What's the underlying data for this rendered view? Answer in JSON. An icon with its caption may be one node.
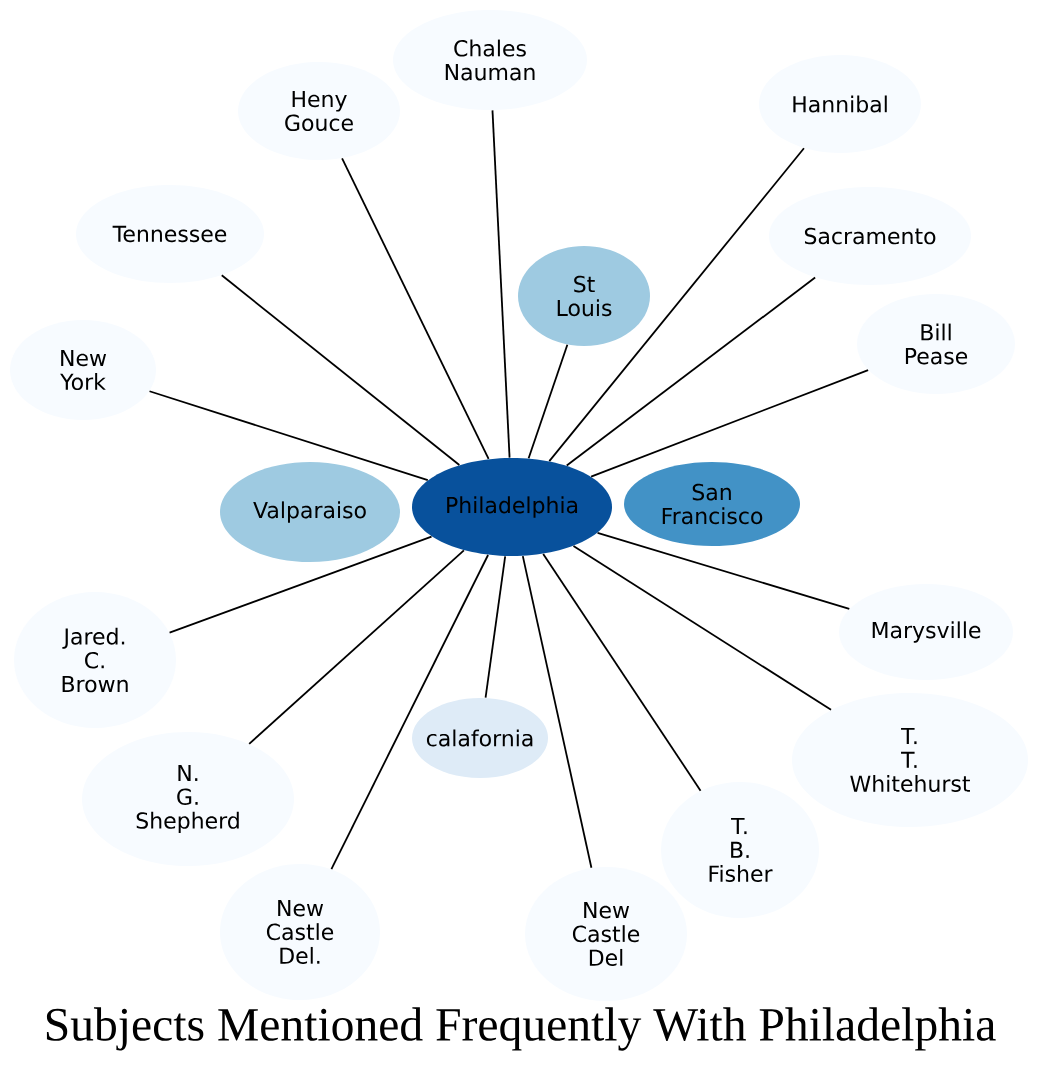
{
  "diagram": {
    "title": "Subjects Mentioned Frequently With Philadelphia",
    "nodes": [
      {
        "text": [
          "Chales Nauman"
        ]
      },
      {
        "text": [
          "Heny Gouce"
        ]
      },
      {
        "text": [
          "Hannibal"
        ]
      },
      {
        "text": [
          "Tennessee"
        ]
      },
      {
        "text": [
          "Sacramento"
        ]
      },
      {
        "text": [
          "St Louis"
        ]
      },
      {
        "text": [
          "New York"
        ]
      },
      {
        "text": [
          "Bill Pease"
        ]
      },
      {
        "text": [
          "Valparaiso"
        ]
      },
      {
        "text": [
          "Philadelphia"
        ]
      },
      {
        "text": [
          "San Francisco"
        ]
      },
      {
        "text": [
          "Marysville"
        ]
      },
      {
        "text": [
          "Jared. C. Brown"
        ]
      },
      {
        "text": [
          "calafornia"
        ]
      },
      {
        "text": [
          "T. T. Whitehurst"
        ]
      },
      {
        "text": [
          "N. G. Shepherd"
        ]
      },
      {
        "text": [
          "T. B. Fisher"
        ]
      },
      {
        "text": [
          "New Castle Del."
        ]
      },
      {
        "text": [
          "New Castle Del"
        ]
      }
    ],
    "edges": [
      {
        "from": 9,
        "to": 0,
        "arrow": "none"
      },
      {
        "from": 9,
        "to": 1,
        "arrow": "none"
      },
      {
        "from": 9,
        "to": 2,
        "arrow": "none"
      },
      {
        "from": 9,
        "to": 3,
        "arrow": "none"
      },
      {
        "from": 9,
        "to": 4,
        "arrow": "none"
      },
      {
        "from": 9,
        "to": 5,
        "arrow": "none"
      },
      {
        "from": 9,
        "to": 6,
        "arrow": "none"
      },
      {
        "from": 9,
        "to": 7,
        "arrow": "none"
      },
      {
        "from": 9,
        "to": 11,
        "arrow": "none"
      },
      {
        "from": 9,
        "to": 12,
        "arrow": "none"
      },
      {
        "from": 9,
        "to": 13,
        "arrow": "none"
      },
      {
        "from": 9,
        "to": 14,
        "arrow": "none"
      },
      {
        "from": 9,
        "to": 15,
        "arrow": "none"
      },
      {
        "from": 9,
        "to": 16,
        "arrow": "none"
      },
      {
        "from": 9,
        "to": 17,
        "arrow": "none"
      },
      {
        "from": 9,
        "to": 18,
        "arrow": "none"
      }
    ]
  }
}
